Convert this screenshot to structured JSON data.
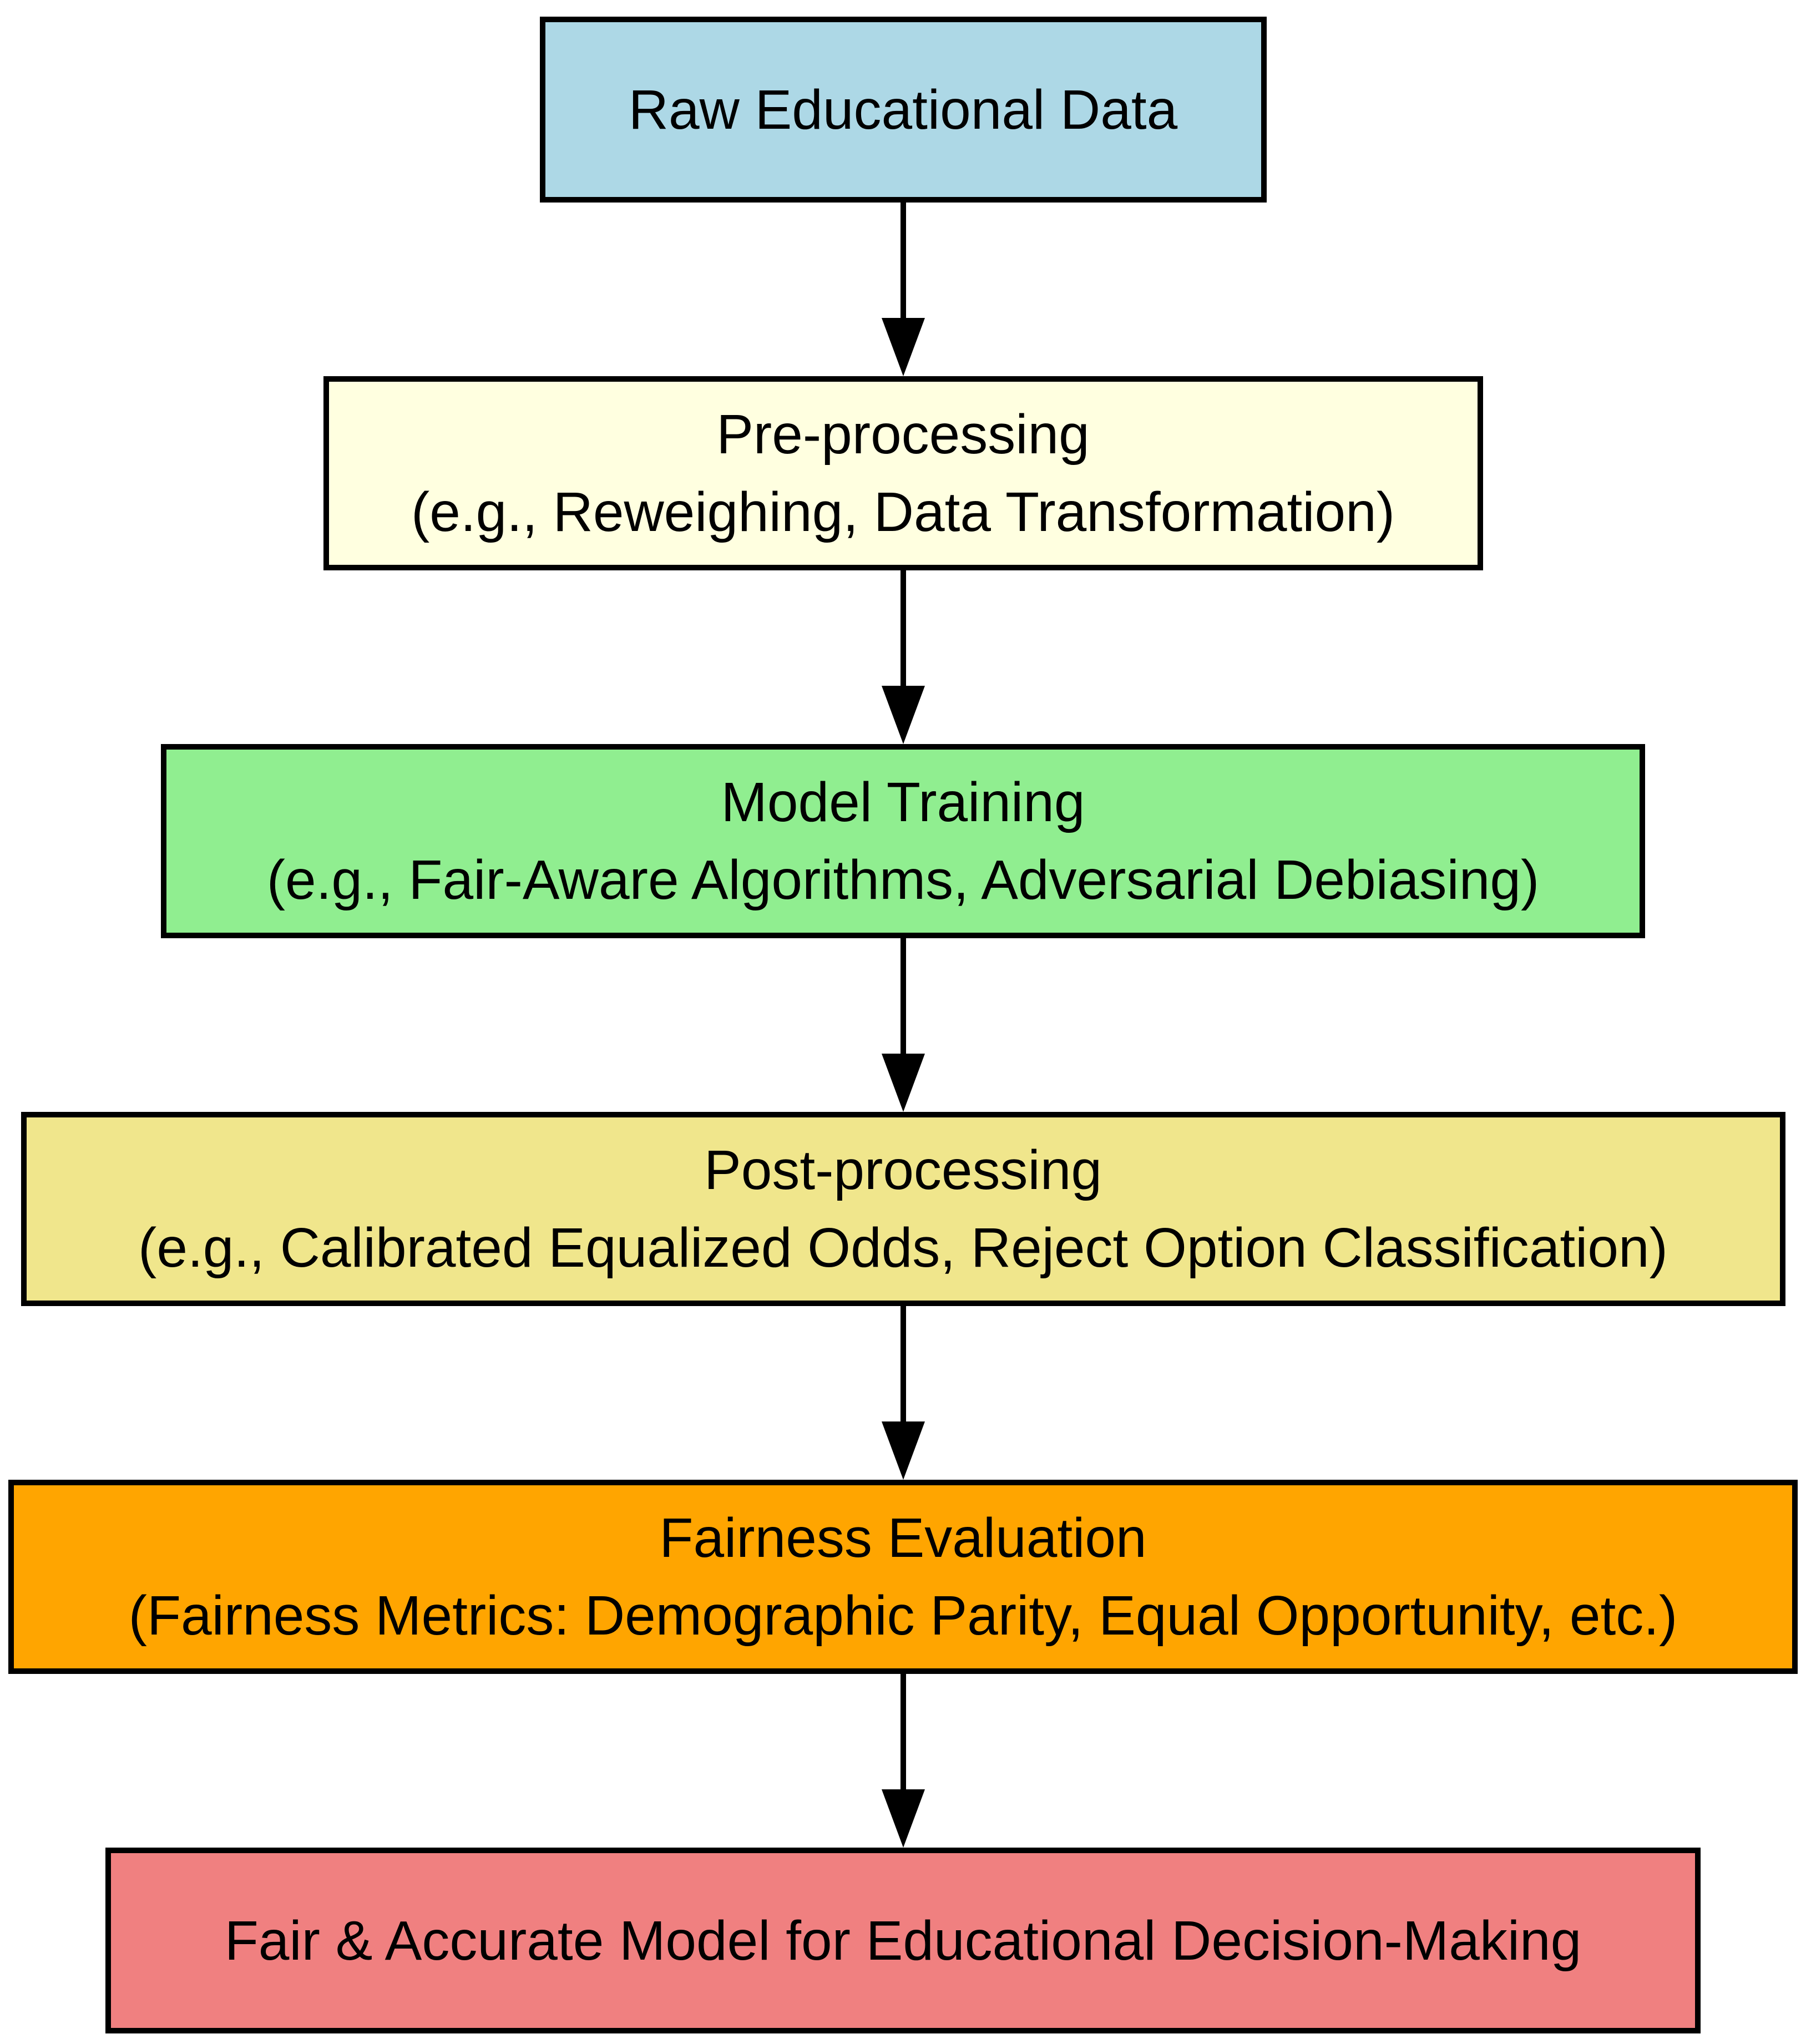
{
  "colors": {
    "background": "#FFFFFF",
    "border": "#000000",
    "text": "#000000",
    "arrow": "#000000"
  },
  "nodes": [
    {
      "id": "raw-educational-data",
      "label": "Raw Educational Data",
      "sublabel": "",
      "bg": "#ADD8E6"
    },
    {
      "id": "pre-processing",
      "label": "Pre-processing",
      "sublabel": "(e.g., Reweighing, Data Transformation)",
      "bg": "#FFFFE0"
    },
    {
      "id": "model-training",
      "label": "Model Training",
      "sublabel": "(e.g., Fair-Aware Algorithms, Adversarial Debiasing)",
      "bg": "#90EE90"
    },
    {
      "id": "post-processing",
      "label": "Post-processing",
      "sublabel": "(e.g., Calibrated Equalized Odds, Reject Option Classification)",
      "bg": "#F0E68C"
    },
    {
      "id": "fairness-evaluation",
      "label": "Fairness Evaluation",
      "sublabel": "(Fairness Metrics: Demographic Parity, Equal Opportunity, etc.)",
      "bg": "#FFA500"
    },
    {
      "id": "fair-accurate-model",
      "label": "Fair & Accurate Model for Educational Decision-Making",
      "sublabel": "",
      "bg": "#F08080"
    }
  ]
}
